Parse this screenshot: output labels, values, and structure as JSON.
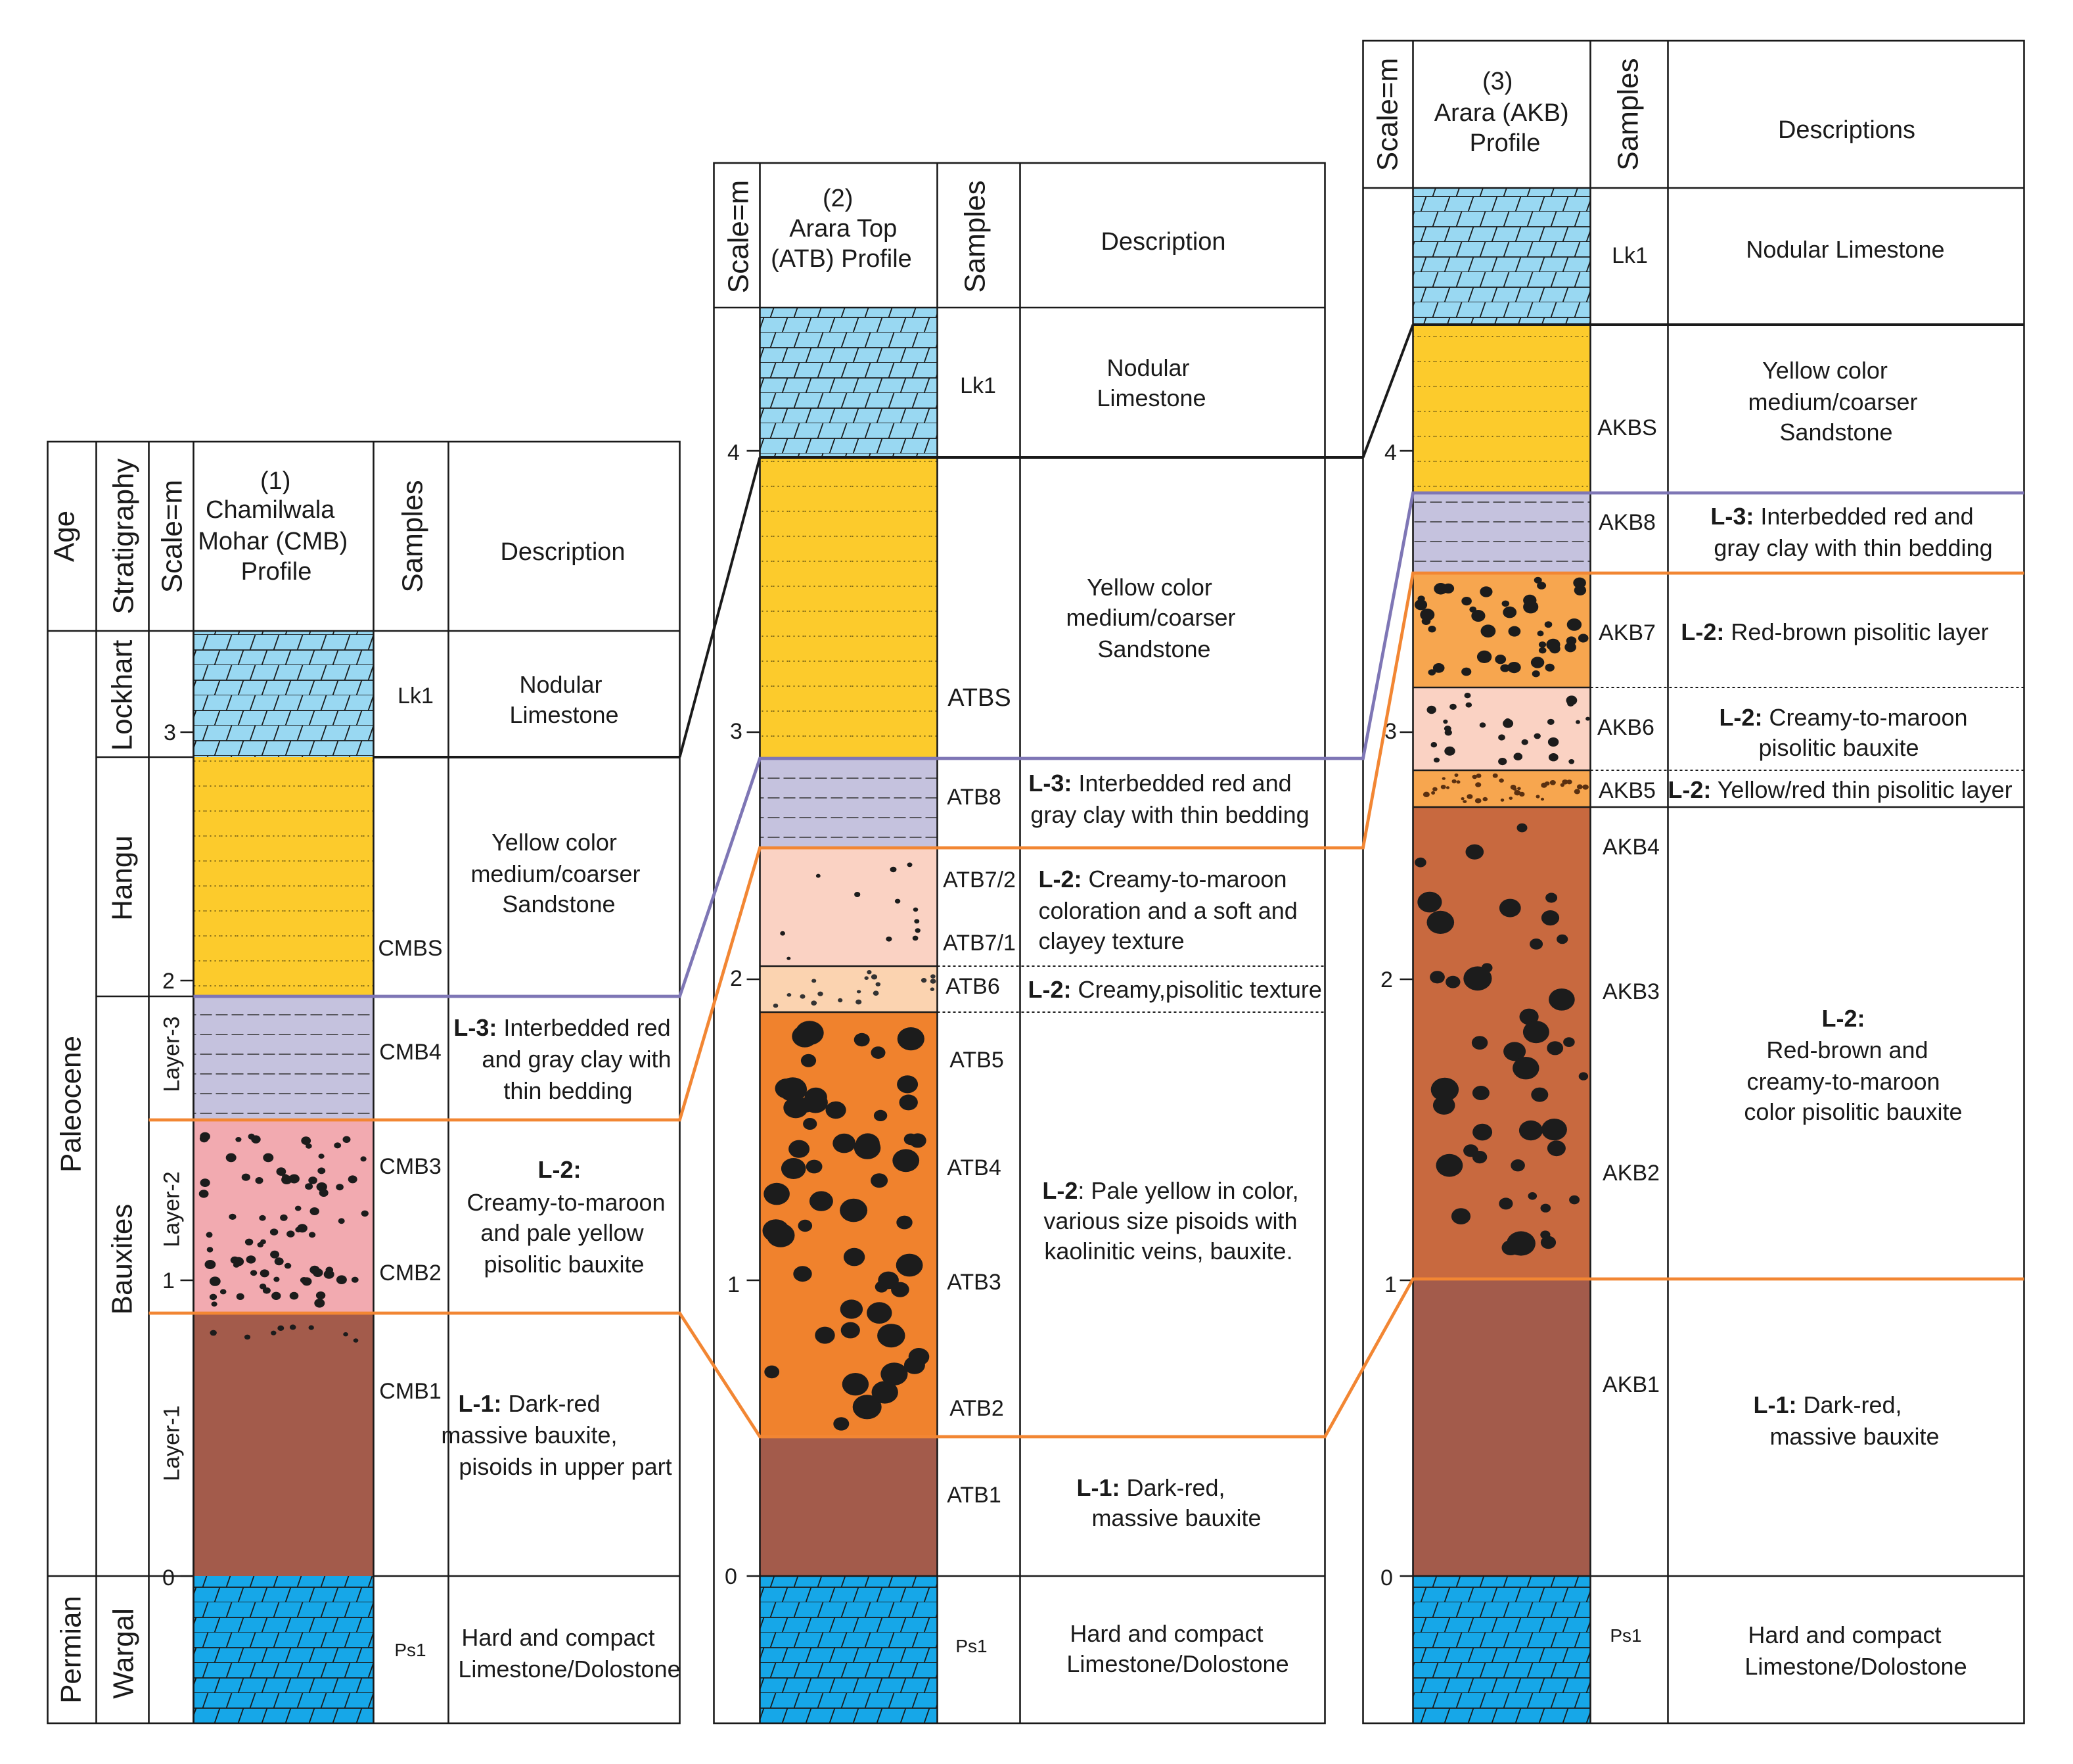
{
  "colors": {
    "limestone_nodular": "#99d8f2",
    "limestone_wargal": "#16a7e8",
    "sandstone": "#fccb2c",
    "clay": "#c5c2de",
    "pink_pisolitic": "#f2aab0",
    "creamy": "#fad2c3",
    "creamy_light": "#fbd3b0",
    "orange_bauxite": "#f0822d",
    "redbrown_bauxite": "#c8693f",
    "darkred_bauxite": "#a35b4b",
    "orange_pale": "#f7a64f",
    "pisoid": "#1c1c1c",
    "correlation_purple": "#7e76b5",
    "correlation_orange": "#f28633"
  },
  "headers": {
    "age": "Age",
    "stratigraphy": "Stratigraphy",
    "scale": "Scale=m",
    "samples": "Samples",
    "description": "Description",
    "descriptions": "Descriptions"
  },
  "ages": {
    "paleocene": "Paleocene",
    "permian": "Permian"
  },
  "formations": {
    "lockhart": "Lockhart",
    "hangu": "Hangu",
    "bauxites": "Bauxites",
    "wargal": "Wargal",
    "layer3": "Layer-3",
    "layer2": "Layer-2",
    "layer1": "Layer-1"
  },
  "profile1": {
    "title": [
      "(1)",
      "Chamilwala",
      "Mohar (CMB)",
      "Profile"
    ],
    "scale_ticks": [
      "3",
      "2",
      "1",
      "0"
    ],
    "samples": {
      "lk1": "Lk1",
      "cmbs": "CMBS",
      "cmb4": "CMB4",
      "cmb3": "CMB3",
      "cmb2": "CMB2",
      "cmb1": "CMB1",
      "ps1": "Ps1"
    },
    "desc": {
      "limestone": [
        "Nodular",
        "Limestone"
      ],
      "sandstone": [
        "Yellow color",
        "medium/coarser",
        "Sandstone"
      ],
      "l3_bold": "L-3:",
      "l3": [
        " Interbedded red",
        "and gray clay with",
        "thin bedding"
      ],
      "l2_bold": "L-2:",
      "l2": [
        "Creamy-to-maroon",
        "and pale yellow",
        "pisolitic bauxite"
      ],
      "l1_bold": "L-1:",
      "l1": [
        " Dark-red",
        "massive bauxite,",
        "pisoids in upper part"
      ],
      "wargal": [
        "Hard and compact",
        "Limestone/Dolostone"
      ]
    }
  },
  "profile2": {
    "title": [
      "(2)",
      "Arara Top",
      "(ATB) Profile"
    ],
    "scale_ticks": [
      "4",
      "3",
      "2",
      "1",
      "0"
    ],
    "samples": {
      "lk1": "Lk1",
      "atbs": "ATBS",
      "atb8": "ATB8",
      "atb72": "ATB7/2",
      "atb71": "ATB7/1",
      "atb6": "ATB6",
      "atb5": "ATB5",
      "atb4": "ATB4",
      "atb3": "ATB3",
      "atb2": "ATB2",
      "atb1": "ATB1",
      "ps1": "Ps1"
    },
    "desc": {
      "limestone": [
        "Nodular",
        "Limestone"
      ],
      "sandstone": [
        "Yellow color",
        "medium/coarser",
        "Sandstone"
      ],
      "l3_bold": "L-3:",
      "l3": [
        " Interbedded red and",
        "gray clay with thin bedding"
      ],
      "l2a_bold": "L-2:",
      "l2a": [
        " Creamy-to-maroon",
        "coloration and a soft and",
        "clayey texture"
      ],
      "l2b_bold": "L-2:",
      "l2b": " Creamy,pisolitic texture",
      "l2c_bold": "L-2",
      "l2c": [
        ": Pale yellow in color,",
        "various size  pisoids with",
        "kaolinitic veins, bauxite."
      ],
      "l1_bold": "L-1:",
      "l1": [
        " Dark-red,",
        "massive bauxite"
      ],
      "wargal": [
        "Hard and compact",
        "Limestone/Dolostone"
      ]
    }
  },
  "profile3": {
    "title": [
      "(3)",
      "Arara (AKB)",
      "Profile"
    ],
    "scale_ticks": [
      "4",
      "3",
      "2",
      "1",
      "0"
    ],
    "samples": {
      "lk1": "Lk1",
      "akbs": "AKBS",
      "akb8": "AKB8",
      "akb7": "AKB7",
      "akb6": "AKB6",
      "akb5": "AKB5",
      "akb4": "AKB4",
      "akb3": "AKB3",
      "akb2": "AKB2",
      "akb1": "AKB1",
      "ps1": "Ps1"
    },
    "desc": {
      "limestone": [
        "Nodular Limestone"
      ],
      "sandstone": [
        "Yellow color",
        "medium/coarser",
        "Sandstone"
      ],
      "l3_bold": "L-3:",
      "l3": [
        " Interbedded red and",
        "gray clay with thin bedding"
      ],
      "l2a_bold": "L-2:",
      "l2a": " Red-brown pisolitic layer",
      "l2b_bold": "L-2:",
      "l2b": [
        " Creamy-to-maroon",
        "pisolitic bauxite"
      ],
      "l2c_bold": "L-2:",
      "l2c": " Yellow/red thin pisolitic layer",
      "l2d_bold": "L-2:",
      "l2d": [
        "Red-brown and",
        "creamy-to-maroon",
        "color pisolitic bauxite"
      ],
      "l1_bold": "L-1:",
      "l1": [
        " Dark-red,",
        "massive bauxite"
      ],
      "wargal": [
        "Hard and compact",
        "Limestone/Dolostone"
      ]
    }
  }
}
